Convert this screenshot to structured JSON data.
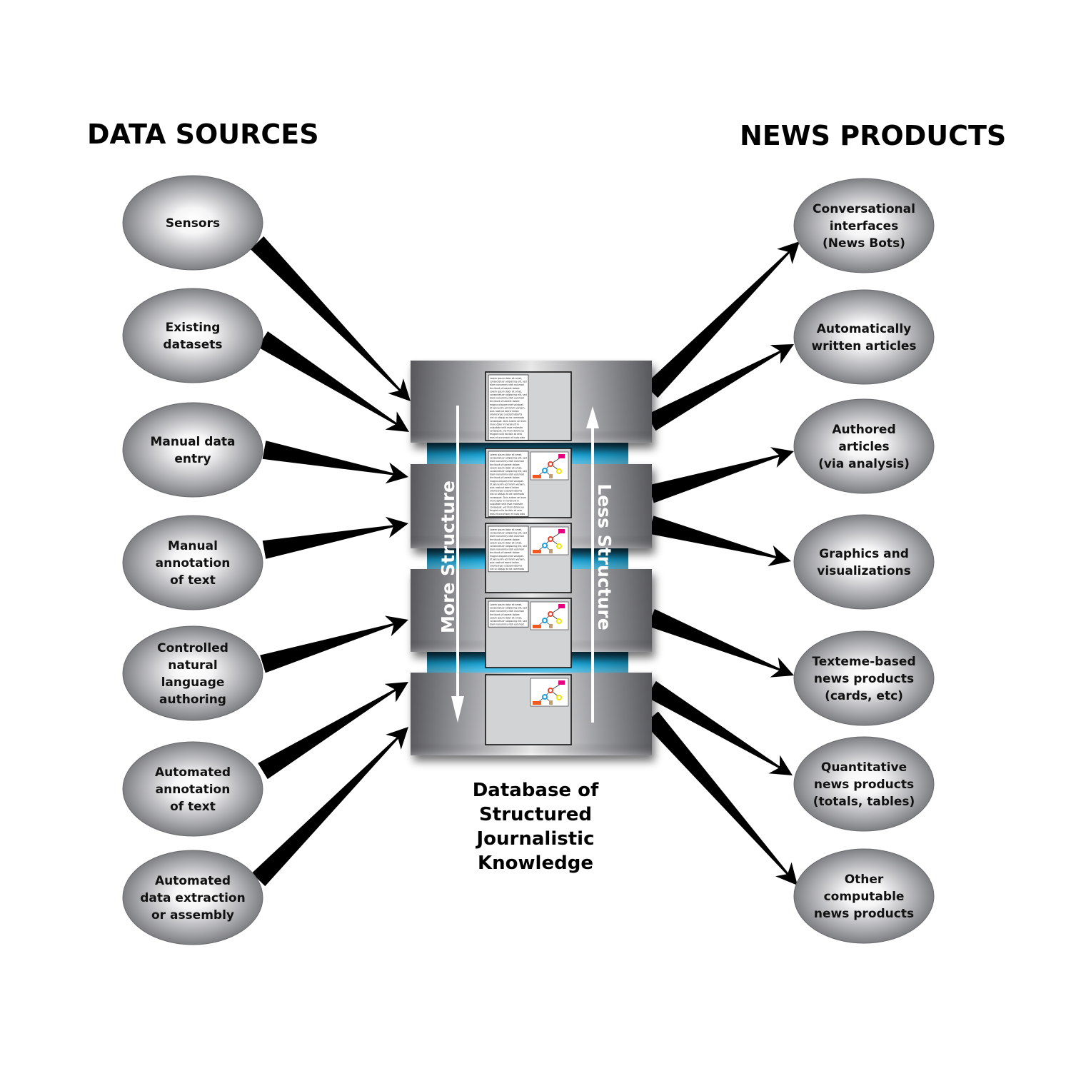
{
  "headings": {
    "left": "DATA SOURCES",
    "right": "NEWS PRODUCTS"
  },
  "data_sources": [
    {
      "lines": [
        "Sensors"
      ]
    },
    {
      "lines": [
        "Existing",
        "datasets"
      ]
    },
    {
      "lines": [
        "Manual data",
        "entry"
      ]
    },
    {
      "lines": [
        "Manual",
        "annotation",
        "of text"
      ]
    },
    {
      "lines": [
        "Controlled",
        "natural",
        "language",
        "authoring"
      ]
    },
    {
      "lines": [
        "Automated",
        "annotation",
        "of text"
      ]
    },
    {
      "lines": [
        "Automated",
        "data extraction",
        "or assembly"
      ]
    }
  ],
  "news_products": [
    {
      "lines": [
        "Conversational",
        "interfaces",
        "(News Bots)"
      ]
    },
    {
      "lines": [
        "Automatically",
        "written articles"
      ]
    },
    {
      "lines": [
        "Authored",
        "articles",
        "(via analysis)"
      ]
    },
    {
      "lines": [
        "Graphics and",
        "visualizations"
      ]
    },
    {
      "lines": [
        "Texteme-based",
        "news products",
        "(cards, etc)"
      ]
    },
    {
      "lines": [
        "Quantitative",
        "news products",
        "(totals, tables)"
      ]
    },
    {
      "lines": [
        "Other",
        "computable",
        "news products"
      ]
    }
  ],
  "database": {
    "caption_lines": [
      "Database of",
      "Structured",
      "Journalistic",
      "Knowledge"
    ],
    "down_arrow_label": "More Structure",
    "up_arrow_label": "Less Structure",
    "documents": [
      {
        "text_level": "full",
        "has_graph": false
      },
      {
        "text_level": "full",
        "has_graph": true
      },
      {
        "text_level": "partial",
        "has_graph": true
      },
      {
        "text_level": "short",
        "has_graph": true
      },
      {
        "text_level": "none",
        "has_graph": true
      }
    ],
    "lorem_lines": [
      "Lorem ipsum dolor sit amet,",
      "consectetuer adipiscing elit, sed",
      "diam nonummy nibh euismod",
      "tincidunt ut laoreet dolore",
      "Lorem ipsum dolor sit amet,",
      "consectetuer adipiscing elit, sed",
      "diam nonummy nibh euismod",
      "tincidunt ut laoreet dolore",
      "magna aliquam erat volutpat.",
      "Ut wisi enim ad minim veniam,",
      "quis nostrud exerci tation",
      "ullamcorper suscipit lobortis",
      "nisl ut aliquip ex ea commodo",
      "consequat. Duis autem vel eum",
      "iriure dolor in hendrerit in",
      "vulputate velit esse molestie",
      "consequat, vel illum dolore eu",
      "feugiat nulla facilisis at vero",
      "eros et accumsan et iusto odio"
    ]
  },
  "colors": {
    "arrow": "#000000",
    "band_blue": "#1aa6d8",
    "band_blue_dark": "#0a4a66",
    "cylinder_dark": "#5a5a5e",
    "cylinder_light": "#f2f2f2",
    "doc_bg": "#d2d3d5",
    "graph_magenta": "#e5007e",
    "graph_red": "#e8412c",
    "graph_cyan": "#1ba1e2",
    "graph_yellow": "#f2e500",
    "graph_orange": "#f05a22",
    "graph_tan": "#c69c6d"
  }
}
